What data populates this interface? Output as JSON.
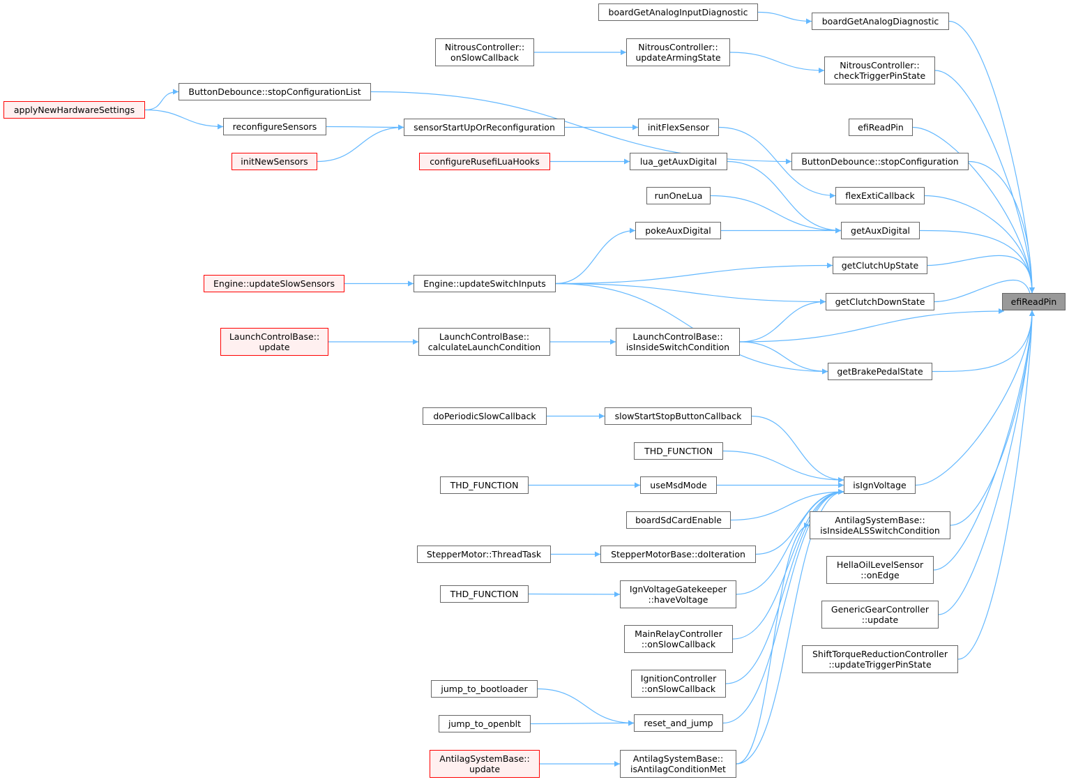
{
  "colors": {
    "edge": "#63b8ff",
    "root_fill": "#999999",
    "red_border": "#ff0000",
    "red_fill": "#fff0f0"
  },
  "nodes": [
    {
      "id": "efiReadPin",
      "label": "efiReadPin",
      "kind": "root"
    },
    {
      "id": "boardGetAnalogDiagnostic",
      "label": "boardGetAnalogDiagnostic"
    },
    {
      "id": "boardGetAnalogInputDiagnostic",
      "label": "boardGetAnalogInputDiagnostic"
    },
    {
      "id": "nitrousOnSlow",
      "label": "NitrousController::\nonSlowCallback"
    },
    {
      "id": "nitrousArming",
      "label": "NitrousController::\nupdateArmingState"
    },
    {
      "id": "nitrousCheck",
      "label": "NitrousController::\ncheckTriggerPinState"
    },
    {
      "id": "stopConfigList",
      "label": "ButtonDebounce::stopConfigurationList"
    },
    {
      "id": "applyNew",
      "label": "applyNewHardwareSettings",
      "kind": "red"
    },
    {
      "id": "reconfigureSensors",
      "label": "reconfigureSensors"
    },
    {
      "id": "sensorStartUp",
      "label": "sensorStartUpOrReconfiguration"
    },
    {
      "id": "initNewSensors",
      "label": "initNewSensors",
      "kind": "red"
    },
    {
      "id": "initFlexSensor",
      "label": "initFlexSensor"
    },
    {
      "id": "efiReadPinCaller",
      "label": "efiReadPin"
    },
    {
      "id": "stopConfig",
      "label": "ButtonDebounce::stopConfiguration"
    },
    {
      "id": "configureLua",
      "label": "configureRusefiLuaHooks",
      "kind": "red"
    },
    {
      "id": "luaGetAux",
      "label": "lua_getAuxDigital"
    },
    {
      "id": "runOneLua",
      "label": "runOneLua"
    },
    {
      "id": "flexExti",
      "label": "flexExtiCallback"
    },
    {
      "id": "pokeAux",
      "label": "pokeAuxDigital"
    },
    {
      "id": "getAux",
      "label": "getAuxDigital"
    },
    {
      "id": "clutchUp",
      "label": "getClutchUpState"
    },
    {
      "id": "updateSlowSensors",
      "label": "Engine::updateSlowSensors",
      "kind": "red"
    },
    {
      "id": "updateSwitchInputs",
      "label": "Engine::updateSwitchInputs"
    },
    {
      "id": "clutchDown",
      "label": "getClutchDownState"
    },
    {
      "id": "lcbUpdate",
      "label": "LaunchControlBase::\nupdate",
      "kind": "red"
    },
    {
      "id": "lcbCalc",
      "label": "LaunchControlBase::\ncalculateLaunchCondition"
    },
    {
      "id": "lcbInside",
      "label": "LaunchControlBase::\nisInsideSwitchCondition"
    },
    {
      "id": "brake",
      "label": "getBrakePedalState"
    },
    {
      "id": "doPeriodic",
      "label": "doPeriodicSlowCallback"
    },
    {
      "id": "slowStartStop",
      "label": "slowStartStopButtonCallback"
    },
    {
      "id": "thd1",
      "label": "THD_FUNCTION"
    },
    {
      "id": "isIgn",
      "label": "isIgnVoltage"
    },
    {
      "id": "thd2",
      "label": "THD_FUNCTION"
    },
    {
      "id": "useMsd",
      "label": "useMsdMode"
    },
    {
      "id": "boardSd",
      "label": "boardSdCardEnable"
    },
    {
      "id": "alsInside",
      "label": "AntilagSystemBase::\nisInsideALSSwitchCondition"
    },
    {
      "id": "stepperTask",
      "label": "StepperMotor::ThreadTask"
    },
    {
      "id": "stepperIter",
      "label": "StepperMotorBase::doIteration"
    },
    {
      "id": "hella",
      "label": "HellaOilLevelSensor\n::onEdge"
    },
    {
      "id": "thd3",
      "label": "THD_FUNCTION"
    },
    {
      "id": "haveVoltage",
      "label": "IgnVoltageGatekeeper\n::haveVoltage"
    },
    {
      "id": "gear",
      "label": "GenericGearController\n::update"
    },
    {
      "id": "mainRelay",
      "label": "MainRelayController\n::onSlowCallback"
    },
    {
      "id": "shiftTorque",
      "label": "ShiftTorqueReductionController\n::updateTriggerPinState"
    },
    {
      "id": "ignCtrl",
      "label": "IgnitionController\n::onSlowCallback"
    },
    {
      "id": "jumpBoot",
      "label": "jump_to_bootloader"
    },
    {
      "id": "jumpOpenblt",
      "label": "jump_to_openblt"
    },
    {
      "id": "resetJump",
      "label": "reset_and_jump"
    },
    {
      "id": "alsUpdate",
      "label": "AntilagSystemBase::\nupdate",
      "kind": "red"
    },
    {
      "id": "alsMet",
      "label": "AntilagSystemBase::\nisAntilagConditionMet"
    }
  ],
  "edges": [
    [
      "boardGetAnalogInputDiagnostic",
      "boardGetAnalogDiagnostic"
    ],
    [
      "boardGetAnalogDiagnostic",
      "efiReadPin"
    ],
    [
      "nitrousOnSlow",
      "nitrousArming"
    ],
    [
      "nitrousArming",
      "nitrousCheck"
    ],
    [
      "nitrousCheck",
      "efiReadPin"
    ],
    [
      "applyNew",
      "stopConfigList"
    ],
    [
      "applyNew",
      "reconfigureSensors"
    ],
    [
      "stopConfigList",
      "stopConfig"
    ],
    [
      "reconfigureSensors",
      "sensorStartUp"
    ],
    [
      "initNewSensors",
      "sensorStartUp"
    ],
    [
      "sensorStartUp",
      "initFlexSensor"
    ],
    [
      "initFlexSensor",
      "flexExti"
    ],
    [
      "efiReadPinCaller",
      "efiReadPin"
    ],
    [
      "stopConfig",
      "efiReadPin"
    ],
    [
      "configureLua",
      "luaGetAux"
    ],
    [
      "luaGetAux",
      "getAux"
    ],
    [
      "runOneLua",
      "getAux"
    ],
    [
      "pokeAux",
      "getAux"
    ],
    [
      "flexExti",
      "efiReadPin"
    ],
    [
      "getAux",
      "efiReadPin"
    ],
    [
      "updateSlowSensors",
      "updateSwitchInputs"
    ],
    [
      "updateSwitchInputs",
      "pokeAux"
    ],
    [
      "updateSwitchInputs",
      "clutchUp"
    ],
    [
      "updateSwitchInputs",
      "clutchDown"
    ],
    [
      "updateSwitchInputs",
      "brake"
    ],
    [
      "clutchUp",
      "efiReadPin"
    ],
    [
      "clutchDown",
      "efiReadPin"
    ],
    [
      "lcbUpdate",
      "lcbCalc"
    ],
    [
      "lcbCalc",
      "lcbInside"
    ],
    [
      "lcbInside",
      "clutchDown"
    ],
    [
      "lcbInside",
      "efiReadPin"
    ],
    [
      "lcbInside",
      "brake"
    ],
    [
      "brake",
      "efiReadPin"
    ],
    [
      "doPeriodic",
      "slowStartStop"
    ],
    [
      "slowStartStop",
      "isIgn"
    ],
    [
      "thd1",
      "isIgn"
    ],
    [
      "thd2",
      "useMsd"
    ],
    [
      "useMsd",
      "isIgn"
    ],
    [
      "boardSd",
      "isIgn"
    ],
    [
      "stepperTask",
      "stepperIter"
    ],
    [
      "stepperIter",
      "isIgn"
    ],
    [
      "thd3",
      "haveVoltage"
    ],
    [
      "haveVoltage",
      "isIgn"
    ],
    [
      "mainRelay",
      "isIgn"
    ],
    [
      "ignCtrl",
      "isIgn"
    ],
    [
      "jumpBoot",
      "resetJump"
    ],
    [
      "jumpOpenblt",
      "resetJump"
    ],
    [
      "resetJump",
      "isIgn"
    ],
    [
      "alsUpdate",
      "alsMet"
    ],
    [
      "alsMet",
      "isIgn"
    ],
    [
      "alsMet",
      "alsInside"
    ],
    [
      "isIgn",
      "efiReadPin"
    ],
    [
      "alsInside",
      "efiReadPin"
    ],
    [
      "hella",
      "efiReadPin"
    ],
    [
      "gear",
      "efiReadPin"
    ],
    [
      "shiftTorque",
      "efiReadPin"
    ]
  ]
}
